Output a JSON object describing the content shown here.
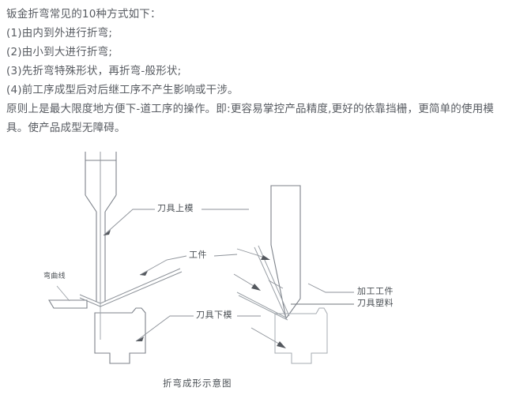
{
  "document": {
    "body_paragraphs": [
      "钣金折弯常见的10种方式如下：",
      "(1)由内到外进行折弯;",
      "(2)由小到大进行折弯;",
      "(3)先折弯特殊形状，再折弯-般形状;",
      "(4)前工序成型后对后继工序不产生影响或干涉。",
      "原则上是最大限度地方便下-道工序的操作。即:更容易掌控产品精度,更好的依靠挡栅，更简单的使用模",
      "具。使产品成型无障碍。"
    ]
  },
  "diagram": {
    "caption": "折弯成形示意图",
    "labels": {
      "upper_die": "刀具上模",
      "workpiece": "工件",
      "lower_die": "刀具下模",
      "tool_material": "刀具塑料",
      "processed_part": "加工工件",
      "blank_note": "弯曲线"
    }
  },
  "colors": {
    "text": "#575b61",
    "label_text": "#4b5055",
    "line": "#7a7f86",
    "line_light": "#a9aeb4",
    "background": "#ffffff"
  }
}
